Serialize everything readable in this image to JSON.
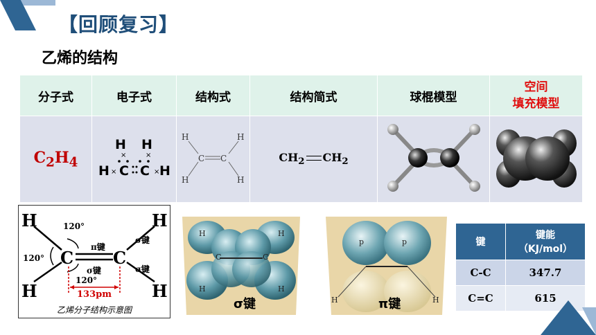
{
  "title": "【回顾复习】",
  "subtitle": "乙烯的结构",
  "table": {
    "headers": [
      "分子式",
      "电子式",
      "结构式",
      "结构简式",
      "球棍模型",
      "空间",
      "填充模型"
    ],
    "molecular_formula": {
      "c": "C",
      "n1": "2",
      "h": "H",
      "n2": "4"
    },
    "condensed": {
      "a": "CH",
      "s1": "2",
      "b": "CH",
      "s2": "2"
    }
  },
  "diagram": {
    "angle_top": "120°",
    "angle_left": "120°",
    "angle_bottom": "120°",
    "pi_bond": "π键",
    "sigma_bond_top": "σ键",
    "sigma_bond_mid": "σ键",
    "sigma_bond_bottom": "σ键",
    "length": "133pm",
    "caption": "乙烯分子结构示意图"
  },
  "sigma_label": "σ键",
  "pi_label": "π键",
  "energy_table": {
    "headers": [
      "键",
      "键能",
      "（KJ/mol）"
    ],
    "rows": [
      {
        "bond": "C-C",
        "energy": "347.7"
      },
      {
        "bond": "C=C",
        "energy": "615"
      }
    ]
  },
  "colors": {
    "title": "#1f4e79",
    "header_bg": "#dff2ea",
    "body_bg": "#dde0ec",
    "accent_red": "#e01010",
    "table_blue": "#2f6593"
  }
}
